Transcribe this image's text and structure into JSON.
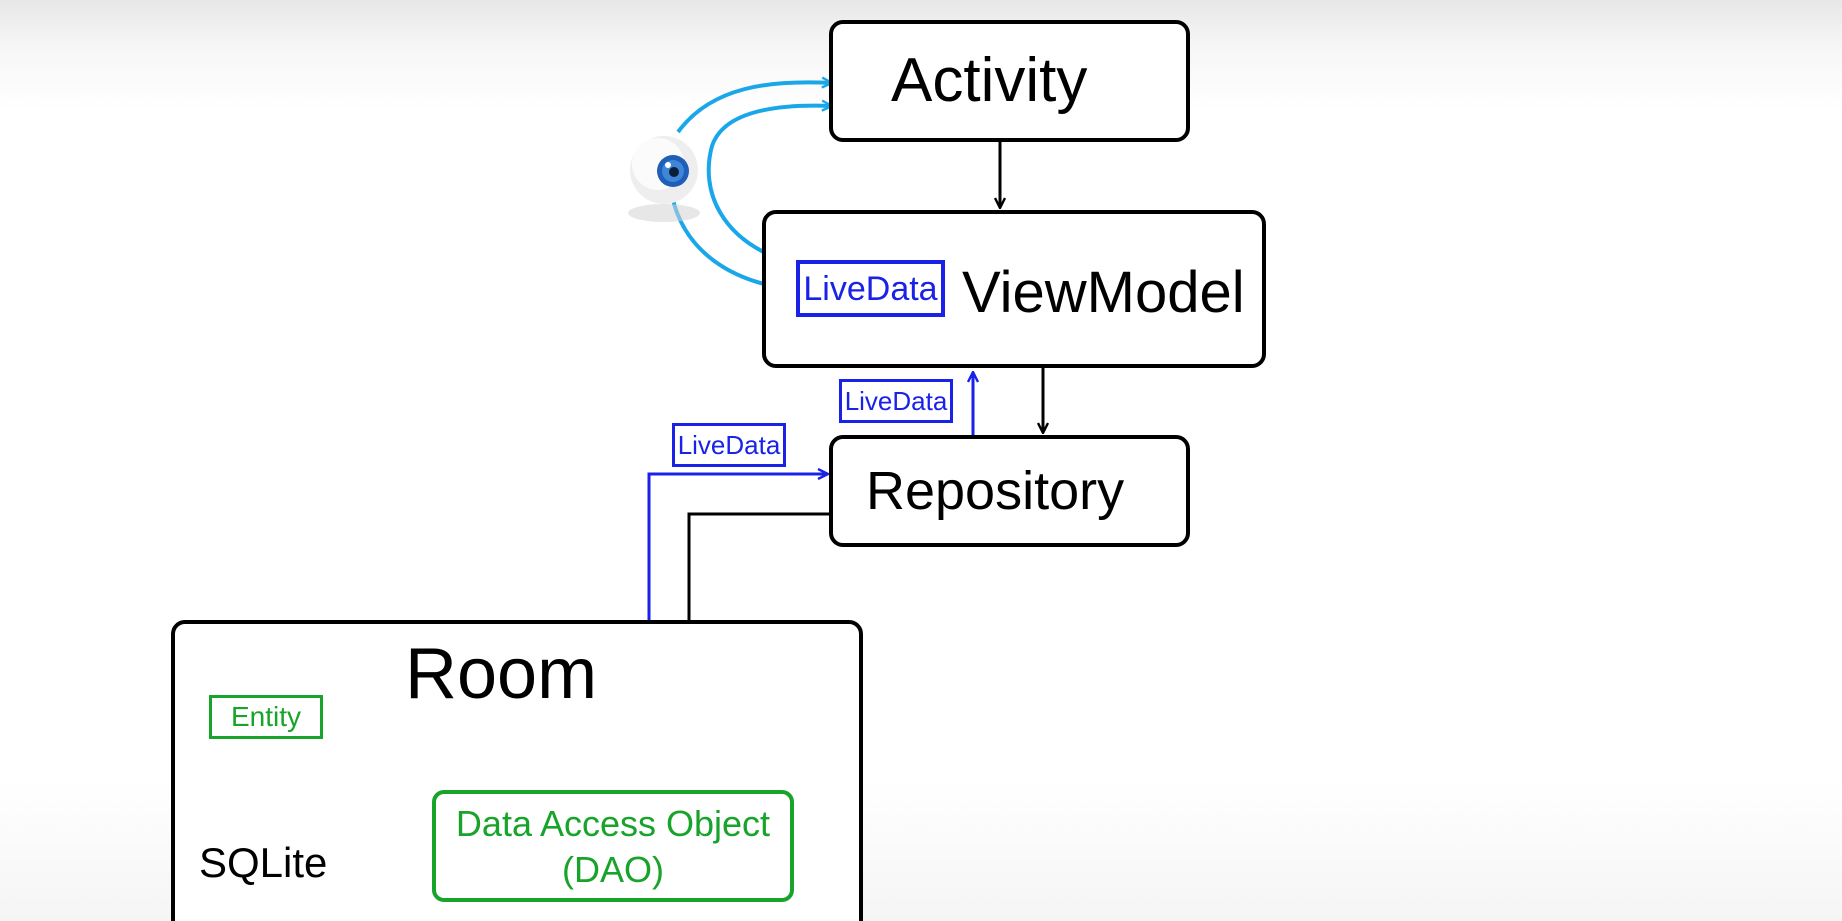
{
  "nodes": {
    "activity": "Activity",
    "viewmodel": "ViewModel",
    "repository": "Repository",
    "room": "Room",
    "sqlite": "SQLite",
    "dao_line1": "Data Access Object",
    "dao_line2": "(DAO)"
  },
  "tags": {
    "viewmodel_livedata": "LiveData",
    "repository_livedata": "LiveData",
    "dao_livedata": "LiveData",
    "entity": "Entity"
  },
  "icons": {
    "observer": "eye-icon"
  },
  "colors": {
    "stroke": "#000000",
    "livedata_blue": "#1a22e8",
    "room_green": "#18a32a",
    "observer_cyan": "#1aa7ea"
  }
}
